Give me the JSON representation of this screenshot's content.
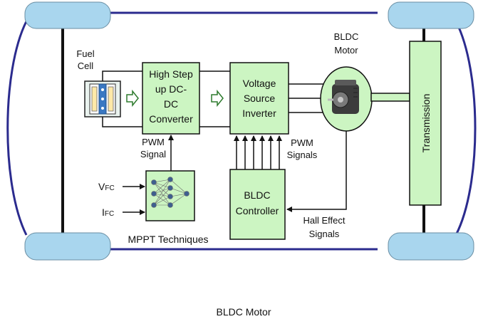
{
  "labels": {
    "fuel_cell_1": "Fuel",
    "fuel_cell_2": "Cell",
    "converter_1": "High Step",
    "converter_2": "up DC-",
    "converter_3": "DC",
    "converter_4": "Converter",
    "inverter_1": "Voltage",
    "inverter_2": "Source",
    "inverter_3": "Inverter",
    "motor_1": "BLDC",
    "motor_2": "Motor",
    "transmission": "Transmission",
    "pwm_signal_1": "PWM",
    "pwm_signal_2": "Signal",
    "pwm_signals_1": "PWM",
    "pwm_signals_2": "Signals",
    "vfc_main": "V",
    "vfc_sub": "FC",
    "ifc_main": "I",
    "ifc_sub": "FC",
    "controller_1": "BLDC",
    "controller_2": "Controller",
    "hall_1": "Hall Effect",
    "hall_2": "Signals",
    "mppt": "MPPT Techniques",
    "caption": "BLDC Motor"
  },
  "colors": {
    "wheel": "#a9d6ee",
    "block_fill": "#ccf5c2",
    "chassis": "#2b2b8e",
    "line": "#111111"
  }
}
